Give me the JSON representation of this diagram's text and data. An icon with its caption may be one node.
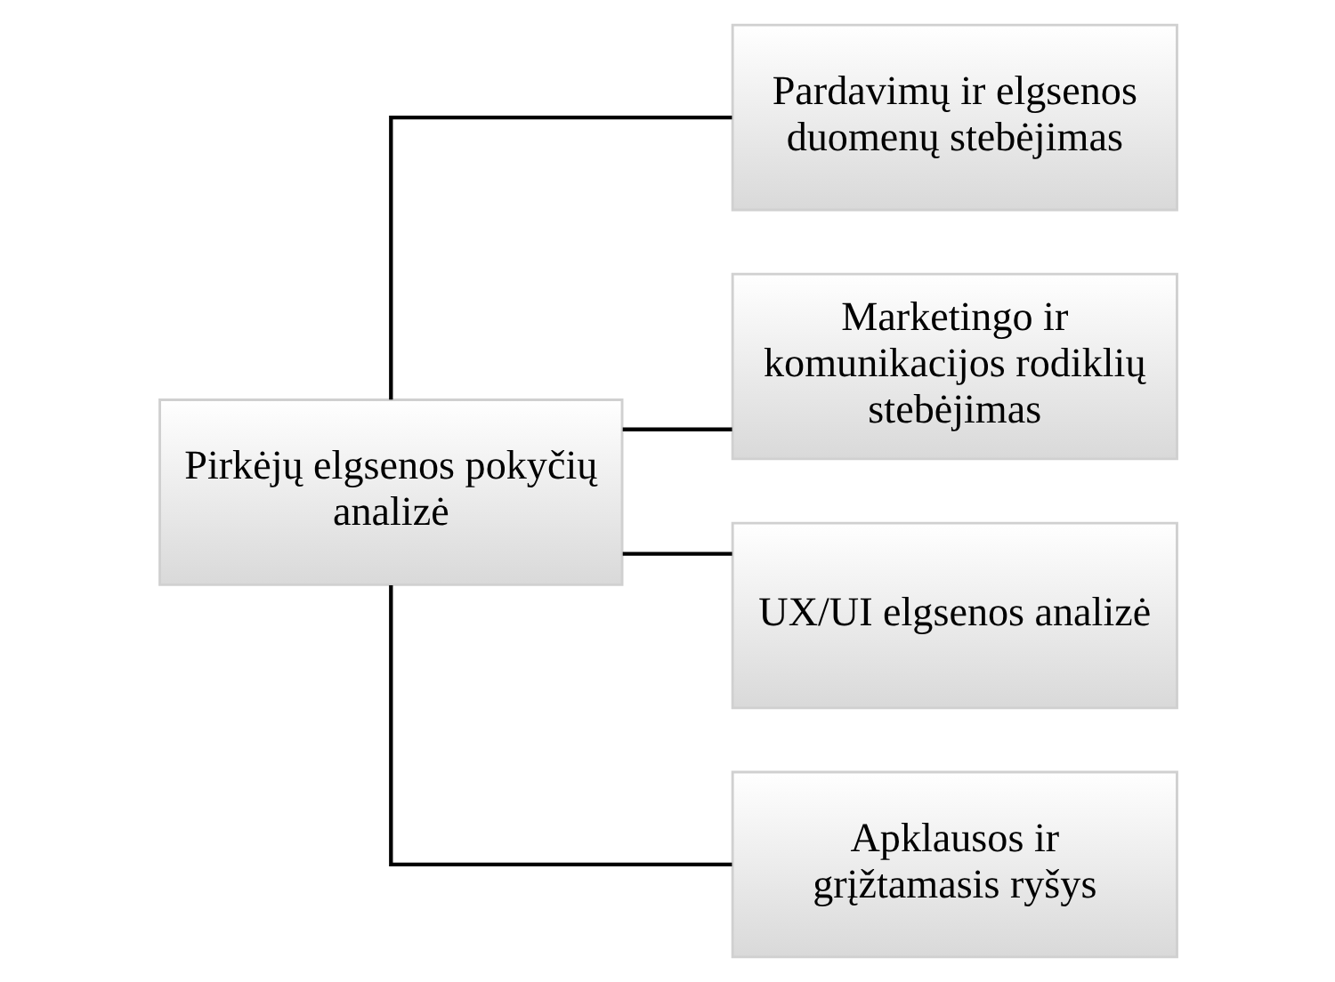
{
  "diagram": {
    "nodes": [
      {
        "text": [
          "Pirkėjų elgsenos pokyčių analizė"
        ]
      },
      {
        "text": [
          "Pardavimų ir elgsenos duomenų stebėjimas"
        ]
      },
      {
        "text": [
          "Marketingo ir komunikacijos rodiklių stebėjimas"
        ]
      },
      {
        "text": [
          "UX/UI elgsenos analizė"
        ]
      },
      {
        "text": [
          "Apklausos ir grįžtamasis ryšys"
        ]
      }
    ],
    "edges": [
      {
        "from": 0,
        "to": 1,
        "arrow": "none"
      },
      {
        "from": 0,
        "to": 2,
        "arrow": "none"
      },
      {
        "from": 0,
        "to": 3,
        "arrow": "none"
      },
      {
        "from": 0,
        "to": 4,
        "arrow": "none"
      }
    ]
  }
}
